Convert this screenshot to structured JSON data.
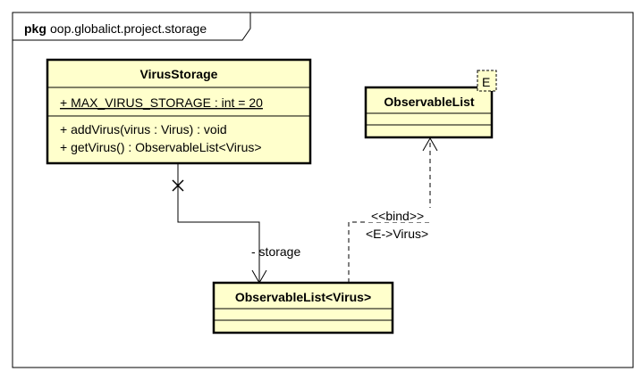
{
  "package": {
    "keyword": "pkg",
    "name": "oop.globalict.project.storage"
  },
  "classes": {
    "virus_storage": {
      "name": "VirusStorage",
      "attributes": [
        "+ MAX_VIRUS_STORAGE : int = 20"
      ],
      "operations": [
        "+ addVirus(virus : Virus) : void",
        "+ getVirus() : ObservableList<Virus>"
      ]
    },
    "observable_list": {
      "name": "ObservableList",
      "template_param": "E"
    },
    "observable_list_virus": {
      "name": "ObservableList<Virus>"
    }
  },
  "relations": {
    "association": {
      "role": "- storage"
    },
    "binding": {
      "stereotype": "<<bind>>",
      "substitution": "<E->Virus>"
    }
  },
  "colors": {
    "class_fill": "#ffffcc",
    "border": "#000000",
    "frame_fill": "#ffffff"
  }
}
